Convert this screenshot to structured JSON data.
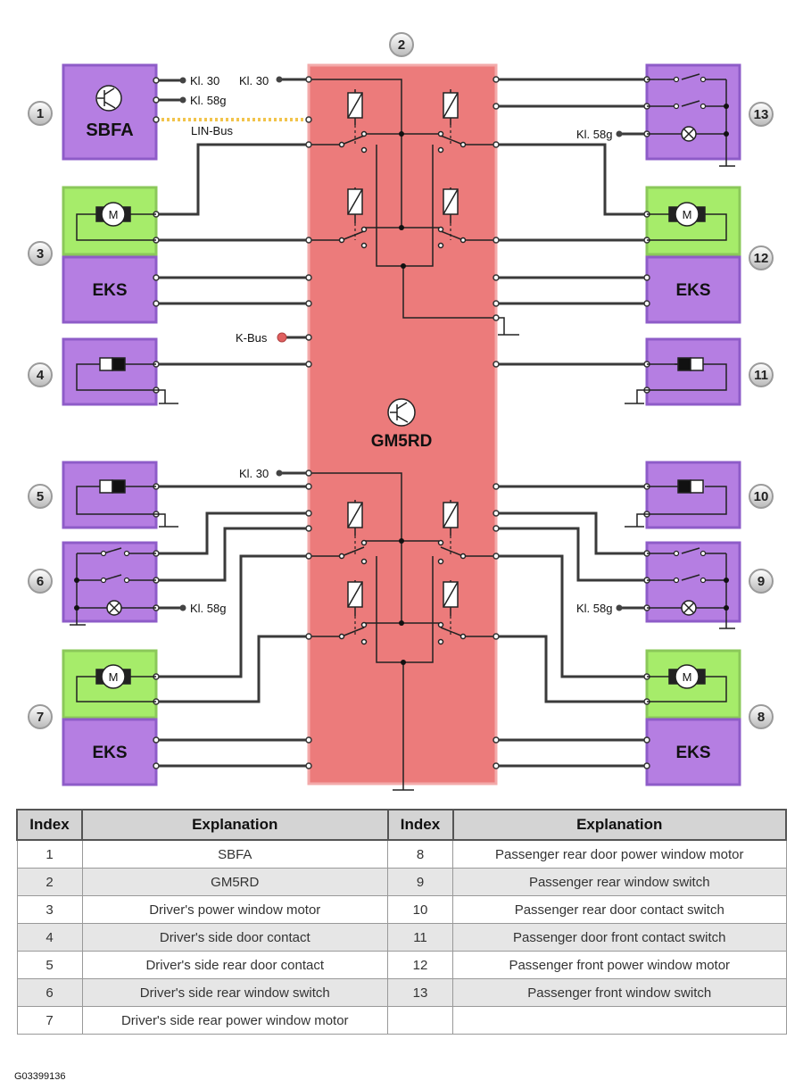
{
  "diagram": {
    "callouts": [
      "1",
      "2",
      "3",
      "4",
      "5",
      "6",
      "7",
      "8",
      "9",
      "10",
      "11",
      "12",
      "13"
    ],
    "labels": {
      "sbfa": "SBFA",
      "gm5rd": "GM5RD",
      "eks": "EKS",
      "kl30": "Kl. 30",
      "kl58g": "Kl. 58g",
      "lin_bus": "LIN-Bus",
      "k_bus": "K-Bus",
      "motor": "M"
    },
    "colors": {
      "module_fill": "#b57ee2",
      "module_border": "#8e5cc8",
      "motor_fill": "#a6ec6a",
      "gm_fill": "#ec7b7b",
      "lin_dots": "#f2c44c",
      "kbus_dot": "#d9534f",
      "wire": "#333333"
    }
  },
  "table": {
    "headers": [
      "Index",
      "Explanation",
      "Index",
      "Explanation"
    ],
    "rows": [
      {
        "i1": "1",
        "e1": "SBFA",
        "i2": "8",
        "e2": "Passenger rear door power window motor"
      },
      {
        "i1": "2",
        "e1": "GM5RD",
        "i2": "9",
        "e2": "Passenger rear window switch"
      },
      {
        "i1": "3",
        "e1": "Driver's power window motor",
        "i2": "10",
        "e2": "Passenger rear door contact switch"
      },
      {
        "i1": "4",
        "e1": "Driver's side door contact",
        "i2": "11",
        "e2": "Passenger door front contact switch"
      },
      {
        "i1": "5",
        "e1": "Driver's side rear door contact",
        "i2": "12",
        "e2": "Passenger front power window motor"
      },
      {
        "i1": "6",
        "e1": "Driver's side rear window switch",
        "i2": "13",
        "e2": "Passenger front window switch"
      },
      {
        "i1": "7",
        "e1": "Driver's side rear power window motor",
        "i2": "",
        "e2": ""
      }
    ]
  },
  "figure_id": "G03399136"
}
